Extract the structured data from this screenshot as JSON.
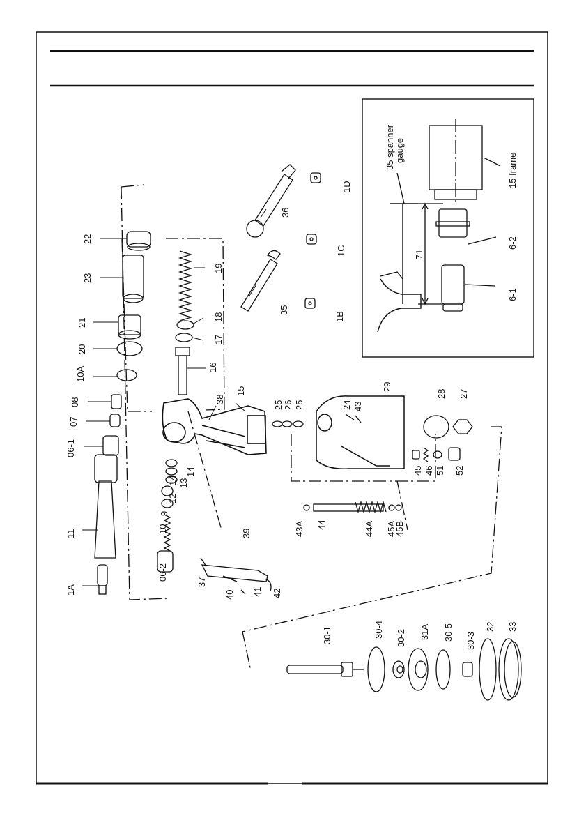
{
  "labels": [
    {
      "id": "1A",
      "text": "1A"
    },
    {
      "id": "11",
      "text": "11"
    },
    {
      "id": "06-1",
      "text": "06-1"
    },
    {
      "id": "07",
      "text": "07"
    },
    {
      "id": "08",
      "text": "08"
    },
    {
      "id": "10A",
      "text": "10A"
    },
    {
      "id": "20",
      "text": "20"
    },
    {
      "id": "21",
      "text": "21"
    },
    {
      "id": "23",
      "text": "23"
    },
    {
      "id": "22",
      "text": "22"
    },
    {
      "id": "35",
      "text": "35"
    },
    {
      "id": "36",
      "text": "36"
    },
    {
      "id": "1B",
      "text": "1B"
    },
    {
      "id": "1C",
      "text": "1C"
    },
    {
      "id": "1D",
      "text": "1D"
    },
    {
      "id": "19",
      "text": "19"
    },
    {
      "id": "18",
      "text": "18"
    },
    {
      "id": "17",
      "text": "17"
    },
    {
      "id": "16",
      "text": "16"
    },
    {
      "id": "15",
      "text": "15"
    },
    {
      "id": "38",
      "text": "38"
    },
    {
      "id": "14a",
      "text": "14"
    },
    {
      "id": "14b",
      "text": "14"
    },
    {
      "id": "13",
      "text": "13"
    },
    {
      "id": "12",
      "text": "12"
    },
    {
      "id": "9",
      "text": "9"
    },
    {
      "id": "10",
      "text": "10"
    },
    {
      "id": "06-2",
      "text": "06-2"
    },
    {
      "id": "37",
      "text": "37"
    },
    {
      "id": "40",
      "text": "40"
    },
    {
      "id": "39",
      "text": "39"
    },
    {
      "id": "41",
      "text": "41"
    },
    {
      "id": "42",
      "text": "42"
    },
    {
      "id": "25a",
      "text": "25"
    },
    {
      "id": "26",
      "text": "26"
    },
    {
      "id": "25b",
      "text": "25"
    },
    {
      "id": "24",
      "text": "24"
    },
    {
      "id": "43",
      "text": "43"
    },
    {
      "id": "29",
      "text": "29"
    },
    {
      "id": "28",
      "text": "28"
    },
    {
      "id": "27",
      "text": "27"
    },
    {
      "id": "45",
      "text": "45"
    },
    {
      "id": "46",
      "text": "46"
    },
    {
      "id": "51",
      "text": "51"
    },
    {
      "id": "52",
      "text": "52"
    },
    {
      "id": "43A",
      "text": "43A"
    },
    {
      "id": "44",
      "text": "44"
    },
    {
      "id": "44A",
      "text": "44A"
    },
    {
      "id": "45A",
      "text": "45A"
    },
    {
      "id": "45B",
      "text": "45B"
    },
    {
      "id": "30-1",
      "text": "30-1"
    },
    {
      "id": "30-4",
      "text": "30-4"
    },
    {
      "id": "30-2",
      "text": "30-2"
    },
    {
      "id": "31A",
      "text": "31A"
    },
    {
      "id": "30-5",
      "text": "30-5"
    },
    {
      "id": "30-3",
      "text": "30-3"
    },
    {
      "id": "32",
      "text": "32"
    },
    {
      "id": "33",
      "text": "33"
    }
  ],
  "inset": {
    "spanner_label_line1": "35 spanner",
    "spanner_label_line2": "gauge",
    "frame_label": "15 frame",
    "dimension": "71",
    "part_6_2": "6-2",
    "part_6_1": "6-1"
  }
}
